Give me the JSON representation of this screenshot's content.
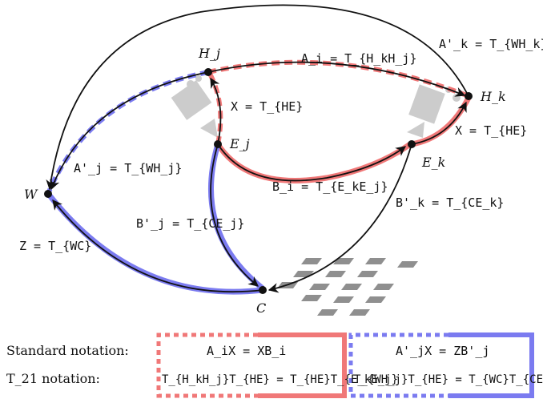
{
  "nodes": {
    "W": "W",
    "C": "C",
    "Hj": "H_j",
    "Ej": "E_j",
    "Hk": "H_k",
    "Ek": "E_k"
  },
  "edges": {
    "Ai": "A_i = T_{H_kH_j}",
    "Akp": "A'_k = T_{WH_k}",
    "Ajp": "A'_j = T_{WH_j}",
    "Xj": "X = T_{HE}",
    "Xk": "X = T_{HE}",
    "Bi": "B_i = T_{E_kE_j}",
    "Bjp": "B'_j = T_{CE_j}",
    "Bkp": "B'_k = T_{CE_k}",
    "Z": "Z = T_{WC}"
  },
  "legend": {
    "standard_label": "Standard notation:",
    "t21_label": "T_21 notation:",
    "red_standard": "A_iX = XB_i",
    "red_t21": "T_{H_kH_j}T_{HE} = T_{HE}T_{E_kE_j}",
    "blue_standard": "A'_jX = ZB'_j",
    "blue_t21": "T_{WH_j}T_{HE} = T_{WC}T_{CE_j}"
  },
  "colors": {
    "red": "#f07878",
    "blue": "#7b7bf0",
    "gray": "#cccccc",
    "ink": "#111111"
  }
}
